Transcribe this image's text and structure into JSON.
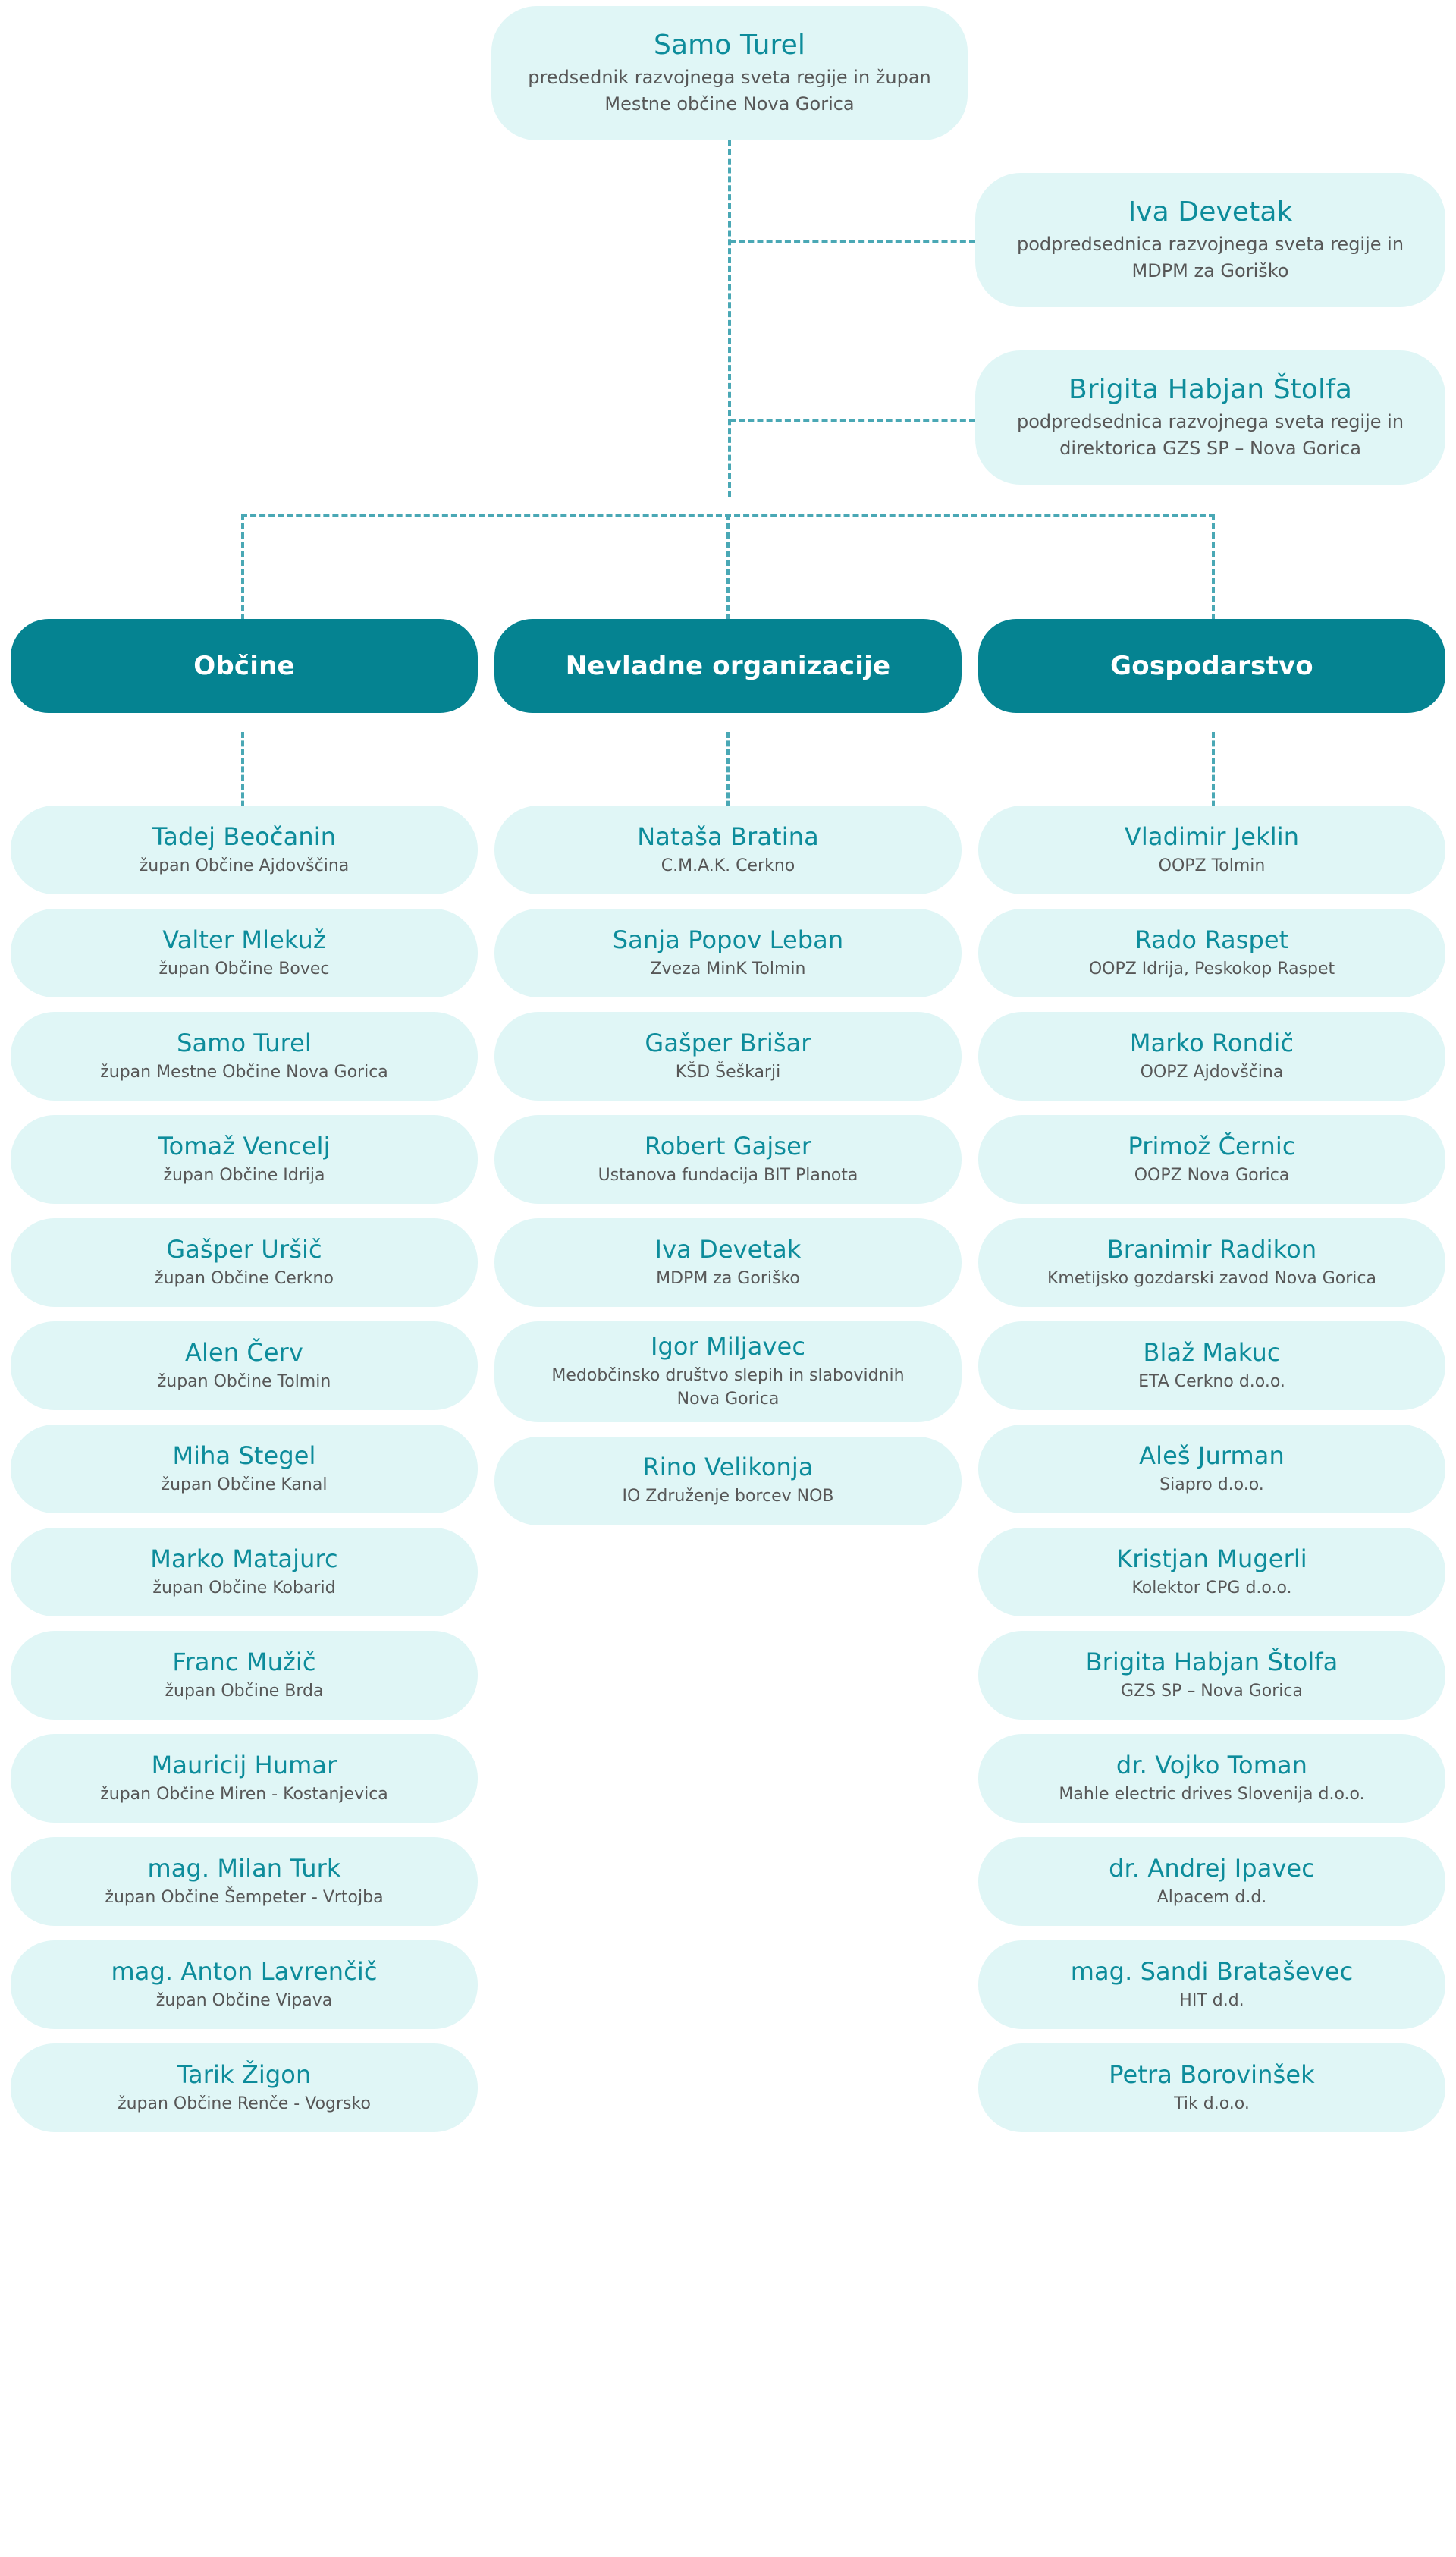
{
  "colors": {
    "header_bg": "#058391",
    "node_bg": "#e0f6f6",
    "name_text": "#0d8c9b",
    "role_text": "#575757",
    "connector": "#4aa8b5"
  },
  "president": {
    "name": "Samo Turel",
    "role": "predsednik razvojnega sveta regije in župan Mestne občine Nova Gorica"
  },
  "vice_presidents": [
    {
      "name": "Iva Devetak",
      "role": "podpredsednica razvojnega sveta regije in MDPM za Goriško"
    },
    {
      "name": "Brigita Habjan Štolfa",
      "role": "podpredsednica razvojnega sveta regije in direktorica GZS SP – Nova Gorica"
    }
  ],
  "columns": [
    {
      "header": "Občine",
      "members": [
        {
          "name": "Tadej Beočanin",
          "role": "župan Občine Ajdovščina"
        },
        {
          "name": "Valter Mlekuž",
          "role": "župan Občine Bovec"
        },
        {
          "name": "Samo Turel",
          "role": "župan Mestne Občine Nova Gorica"
        },
        {
          "name": "Tomaž Vencelj",
          "role": "župan Občine Idrija"
        },
        {
          "name": "Gašper Uršič",
          "role": "župan Občine Cerkno"
        },
        {
          "name": "Alen Červ",
          "role": "župan Občine Tolmin"
        },
        {
          "name": "Miha Stegel",
          "role": "župan Občine Kanal"
        },
        {
          "name": "Marko Matajurc",
          "role": "župan Občine Kobarid"
        },
        {
          "name": "Franc Mužič",
          "role": "župan Občine Brda"
        },
        {
          "name": "Mauricij Humar",
          "role": "župan Občine Miren - Kostanjevica"
        },
        {
          "name": "mag. Milan Turk",
          "role": "župan Občine Šempeter - Vrtojba"
        },
        {
          "name": "mag. Anton Lavrenčič",
          "role": "župan Občine Vipava"
        },
        {
          "name": "Tarik Žigon",
          "role": "župan Občine Renče - Vogrsko"
        }
      ]
    },
    {
      "header": "Nevladne organizacije",
      "members": [
        {
          "name": "Nataša Bratina",
          "role": "C.M.A.K. Cerkno"
        },
        {
          "name": "Sanja Popov Leban",
          "role": "Zveza MinK Tolmin"
        },
        {
          "name": "Gašper Brišar",
          "role": "KŠD Šeškarji"
        },
        {
          "name": "Robert Gajser",
          "role": "Ustanova fundacija BIT Planota"
        },
        {
          "name": "Iva Devetak",
          "role": "MDPM za Goriško"
        },
        {
          "name": "Igor Miljavec",
          "role": "Medobčinsko društvo slepih in slabovidnih Nova Gorica"
        },
        {
          "name": "Rino Velikonja",
          "role": "IO Združenje borcev NOB"
        }
      ]
    },
    {
      "header": "Gospodarstvo",
      "members": [
        {
          "name": "Vladimir Jeklin",
          "role": "OOPZ Tolmin"
        },
        {
          "name": "Rado Raspet",
          "role": "OOPZ Idrija, Peskokop Raspet"
        },
        {
          "name": "Marko Rondič",
          "role": "OOPZ Ajdovščina"
        },
        {
          "name": "Primož Černic",
          "role": "OOPZ Nova Gorica"
        },
        {
          "name": "Branimir Radikon",
          "role": "Kmetijsko gozdarski zavod Nova Gorica"
        },
        {
          "name": "Blaž Makuc",
          "role": "ETA Cerkno d.o.o."
        },
        {
          "name": "Aleš Jurman",
          "role": "Siapro d.o.o."
        },
        {
          "name": "Kristjan Mugerli",
          "role": "Kolektor CPG d.o.o."
        },
        {
          "name": "Brigita Habjan Štolfa",
          "role": "GZS SP – Nova Gorica"
        },
        {
          "name": "dr. Vojko Toman",
          "role": "Mahle electric drives Slovenija d.o.o."
        },
        {
          "name": "dr. Andrej Ipavec",
          "role": "Alpacem d.d."
        },
        {
          "name": "mag. Sandi Brataševec",
          "role": "HIT d.d."
        },
        {
          "name": "Petra Borovinšek",
          "role": "Tik d.o.o."
        }
      ]
    }
  ]
}
